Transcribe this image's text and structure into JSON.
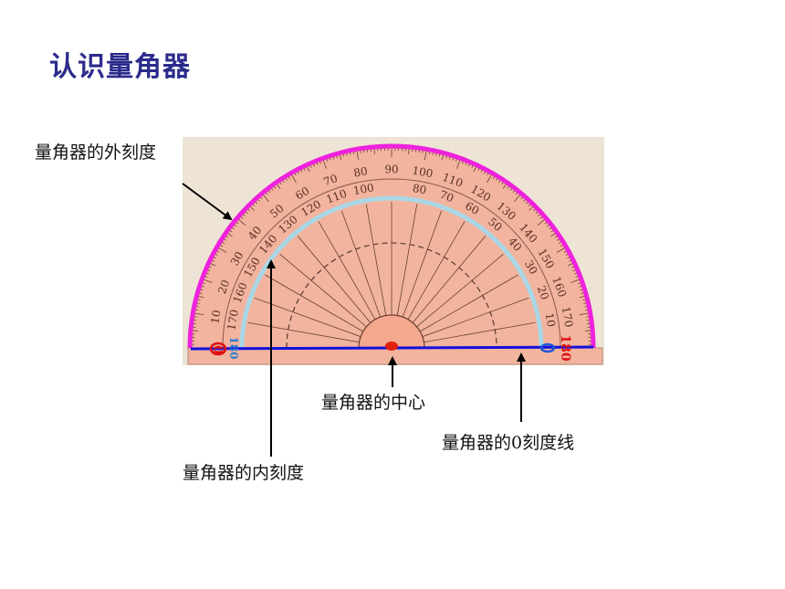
{
  "title": "认识量角器",
  "labels": {
    "outer_scale": "量角器的外刻度",
    "center": "量角器的中心",
    "zero_line": "量角器的0刻度线",
    "inner_scale": "量角器的内刻度"
  },
  "marks": {
    "left_zero": "0",
    "left_180": "180",
    "right_180": "180"
  },
  "outer_scale_numbers": [
    "10",
    "20",
    "30",
    "40",
    "50",
    "60",
    "70",
    "80",
    "90",
    "100",
    "110",
    "120",
    "130",
    "140",
    "150",
    "160",
    "170"
  ],
  "inner_scale_numbers": [
    "170",
    "160",
    "150",
    "140",
    "130",
    "120",
    "110",
    "100",
    "80",
    "70",
    "60",
    "50",
    "40",
    "30",
    "20",
    "10"
  ],
  "colors": {
    "title": "#2b2b8c",
    "protractor_fill": "#f2b49f",
    "outer_arc": "#ee22dd",
    "inner_arc": "#a9d7e6",
    "zero_line": "#1111dd",
    "center_dot": "#e02010",
    "marker_red": "#e01010",
    "marker_blue": "#1b57d6"
  }
}
